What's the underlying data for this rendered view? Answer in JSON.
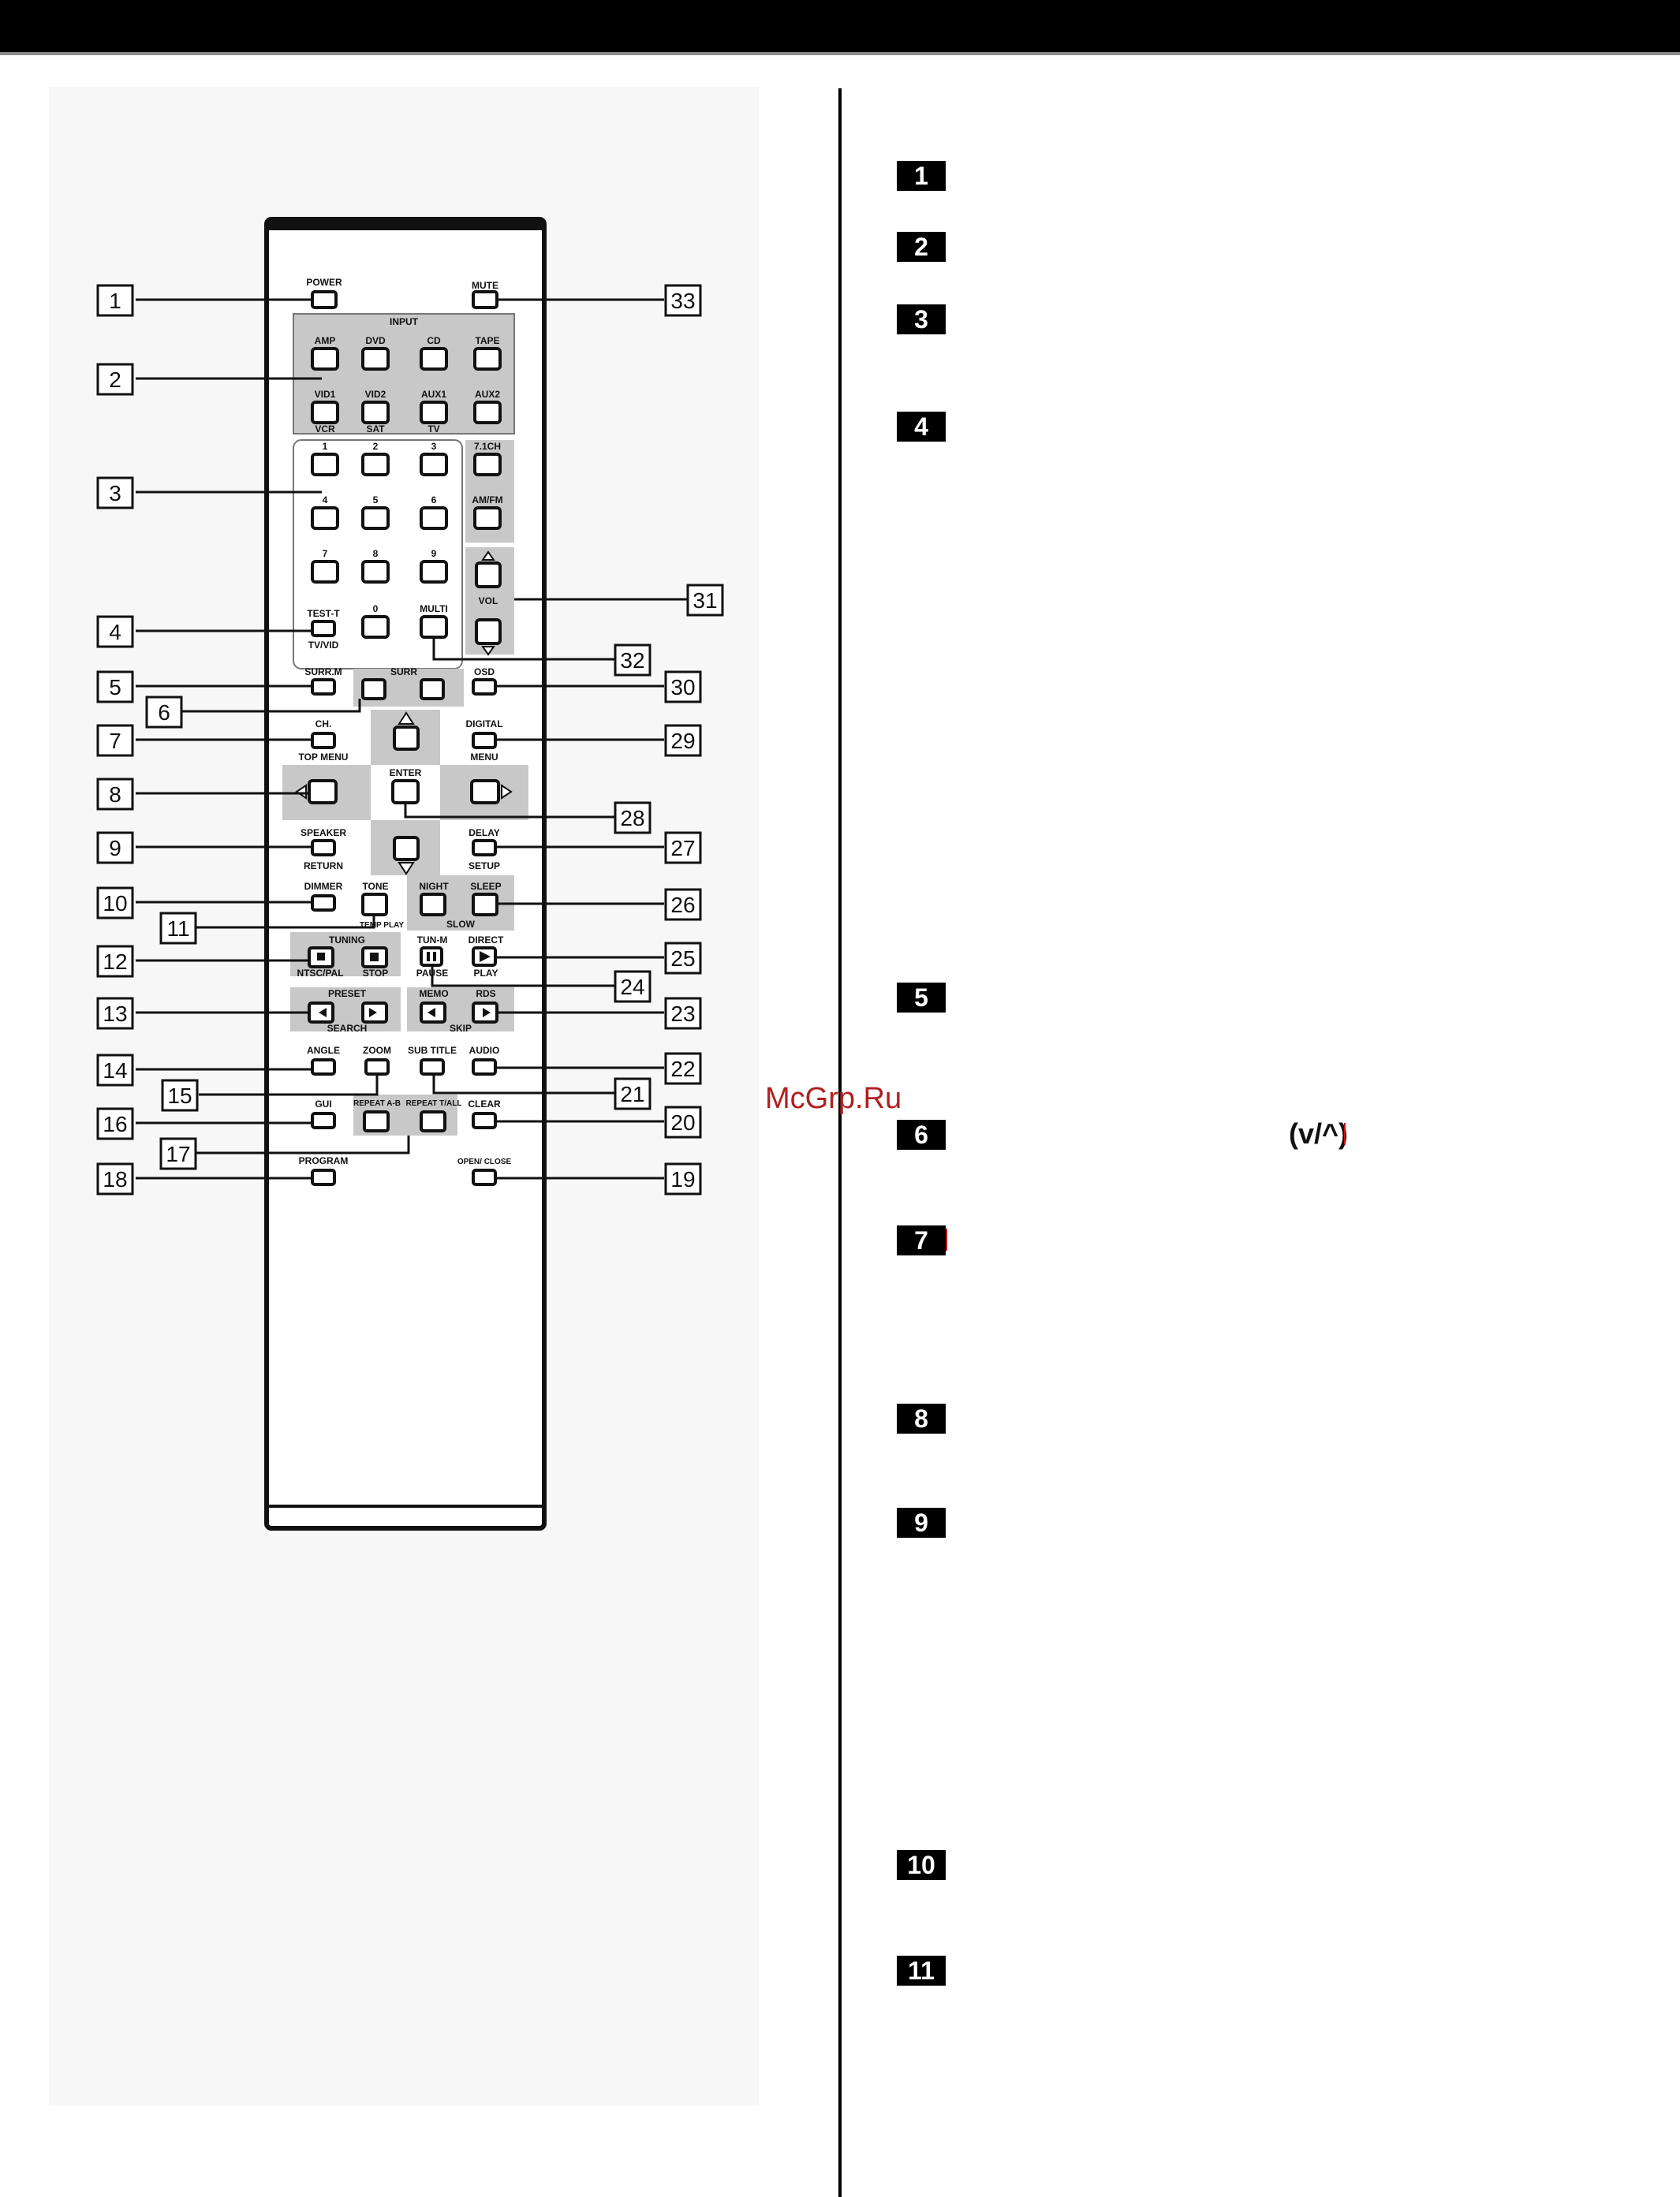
{
  "callouts": {
    "c1": "1",
    "c2": "2",
    "c3": "3",
    "c4": "4",
    "c5": "5",
    "c6": "6",
    "c7": "7",
    "c8": "8",
    "c9": "9",
    "c10": "10",
    "c11": "11",
    "c12": "12",
    "c13": "13",
    "c14": "14",
    "c15": "15",
    "c16": "16",
    "c17": "17",
    "c18": "18",
    "c19": "19",
    "c20": "20",
    "c21": "21",
    "c22": "22",
    "c23": "23",
    "c24": "24",
    "c25": "25",
    "c26": "26",
    "c27": "27",
    "c28": "28",
    "c29": "29",
    "c30": "30",
    "c31": "31",
    "c32": "32",
    "c33": "33"
  },
  "remote": {
    "power": "POWER",
    "mute": "MUTE",
    "input": "INPUT",
    "amp": "AMP",
    "dvd": "DVD",
    "cd": "CD",
    "tape": "TAPE",
    "vid1": "VID1",
    "vid2": "VID2",
    "aux1": "AUX1",
    "aux2": "AUX2",
    "vcr": "VCR",
    "sat": "SAT",
    "tv": "TV",
    "n1": "1",
    "n2": "2",
    "n3": "3",
    "n4": "4",
    "n5": "5",
    "n6": "6",
    "n7": "7",
    "n8": "8",
    "n9": "9",
    "n0": "0",
    "ch71": "7.1CH",
    "amfm": "AM/FM",
    "vol": "VOL",
    "testt": "TEST-T",
    "tvvid": "TV/VID",
    "multi": "MULTI",
    "surrm": "SURR.M",
    "surr": "SURR",
    "osd": "OSD",
    "ch": "CH.",
    "topmenu": "TOP MENU",
    "digital": "DIGITAL",
    "menu": "MENU",
    "enter": "ENTER",
    "speaker": "SPEAKER",
    "return": "RETURN",
    "delay": "DELAY",
    "setup": "SETUP",
    "dimmer": "DIMMER",
    "tone": "TONE",
    "tempplay": "TEMP PLAY",
    "night": "NIGHT",
    "sleep": "SLEEP",
    "slow": "SLOW",
    "tuning": "TUNING",
    "ntscpal": "NTSC/PAL",
    "stop": "STOP",
    "tunm": "TUN-M",
    "pause": "PAUSE",
    "direct": "DIRECT",
    "play": "PLAY",
    "preset": "PRESET",
    "search": "SEARCH",
    "memo": "MEMO",
    "rds": "RDS",
    "skip": "SKIP",
    "angle": "ANGLE",
    "zoom": "ZOOM",
    "subtitle": "SUB TITLE",
    "audio": "AUDIO",
    "gui": "GUI",
    "repeatab": "REPEAT A-B",
    "repeattall": "REPEAT T/ALL",
    "clear": "CLEAR",
    "program": "PROGRAM",
    "openclose": "OPEN/ CLOSE"
  },
  "items": [
    "1",
    "2",
    "3",
    "4",
    "5",
    "6",
    "7",
    "8",
    "9",
    "10",
    "11"
  ],
  "item6_arrows": "(v/^)",
  "watermark": "McGrp.Ru"
}
